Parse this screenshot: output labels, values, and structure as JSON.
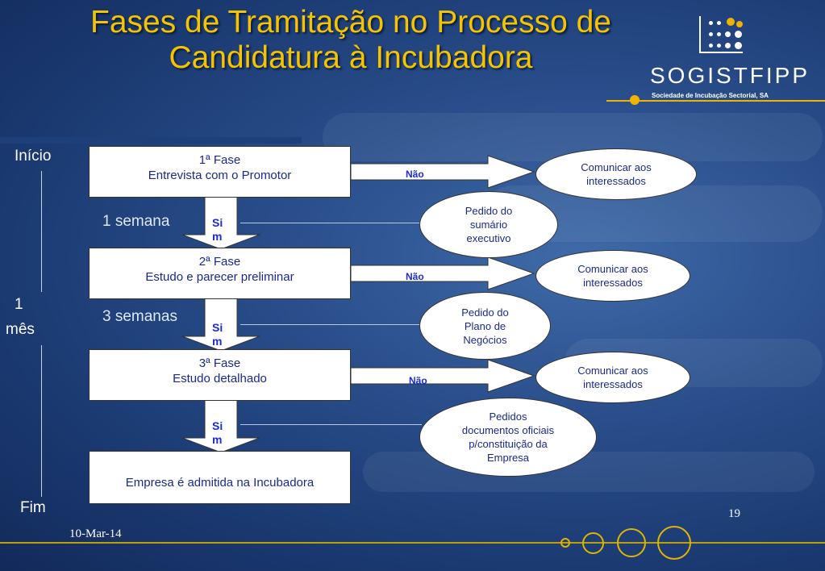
{
  "title": {
    "line1": "Fases de Tramitação no Processo de",
    "line2": "Candidatura à Incubadora"
  },
  "logo": {
    "brand": "SOGISTFIPP",
    "subtitle": "Sociedade de Incubação Sectorial, SA",
    "accent_color": "#f0b400"
  },
  "timeline": {
    "start": "Início",
    "duration_1": "1",
    "duration_2": "mês",
    "end": "Fim"
  },
  "phases": [
    {
      "line1": "1ª Fase",
      "line2": "Entrevista com o Promotor"
    },
    {
      "line1": "2ª Fase",
      "line2": "Estudo e parecer preliminar"
    },
    {
      "line1": "3ª Fase",
      "line2": "Estudo detalhado"
    },
    {
      "line1": "",
      "line2": "Empresa é admitida na Incubadora"
    }
  ],
  "intervals": {
    "first": "1 semana",
    "second": "3 semanas"
  },
  "no_label": "Não",
  "yes_label": {
    "line1": "Si",
    "line2": "m"
  },
  "notify": "Comunicar aos interessados",
  "requests": {
    "r1": {
      "l1": "Pedido do",
      "l2": "sumário",
      "l3": "executivo"
    },
    "r2": {
      "l1": "Pedido do",
      "l2": "Plano de",
      "l3": "Negócios"
    },
    "r3": {
      "l1": "Pedidos",
      "l2": "documentos oficiais",
      "l3": "p/constituição da",
      "l4": "Empresa"
    }
  },
  "footer": {
    "date": "10-Mar-14",
    "page": "19"
  },
  "colors": {
    "title": "#f5c400",
    "text_blue": "#1a2a8c",
    "label_blue": "#1a2adc",
    "background": "#2a4f8c"
  }
}
